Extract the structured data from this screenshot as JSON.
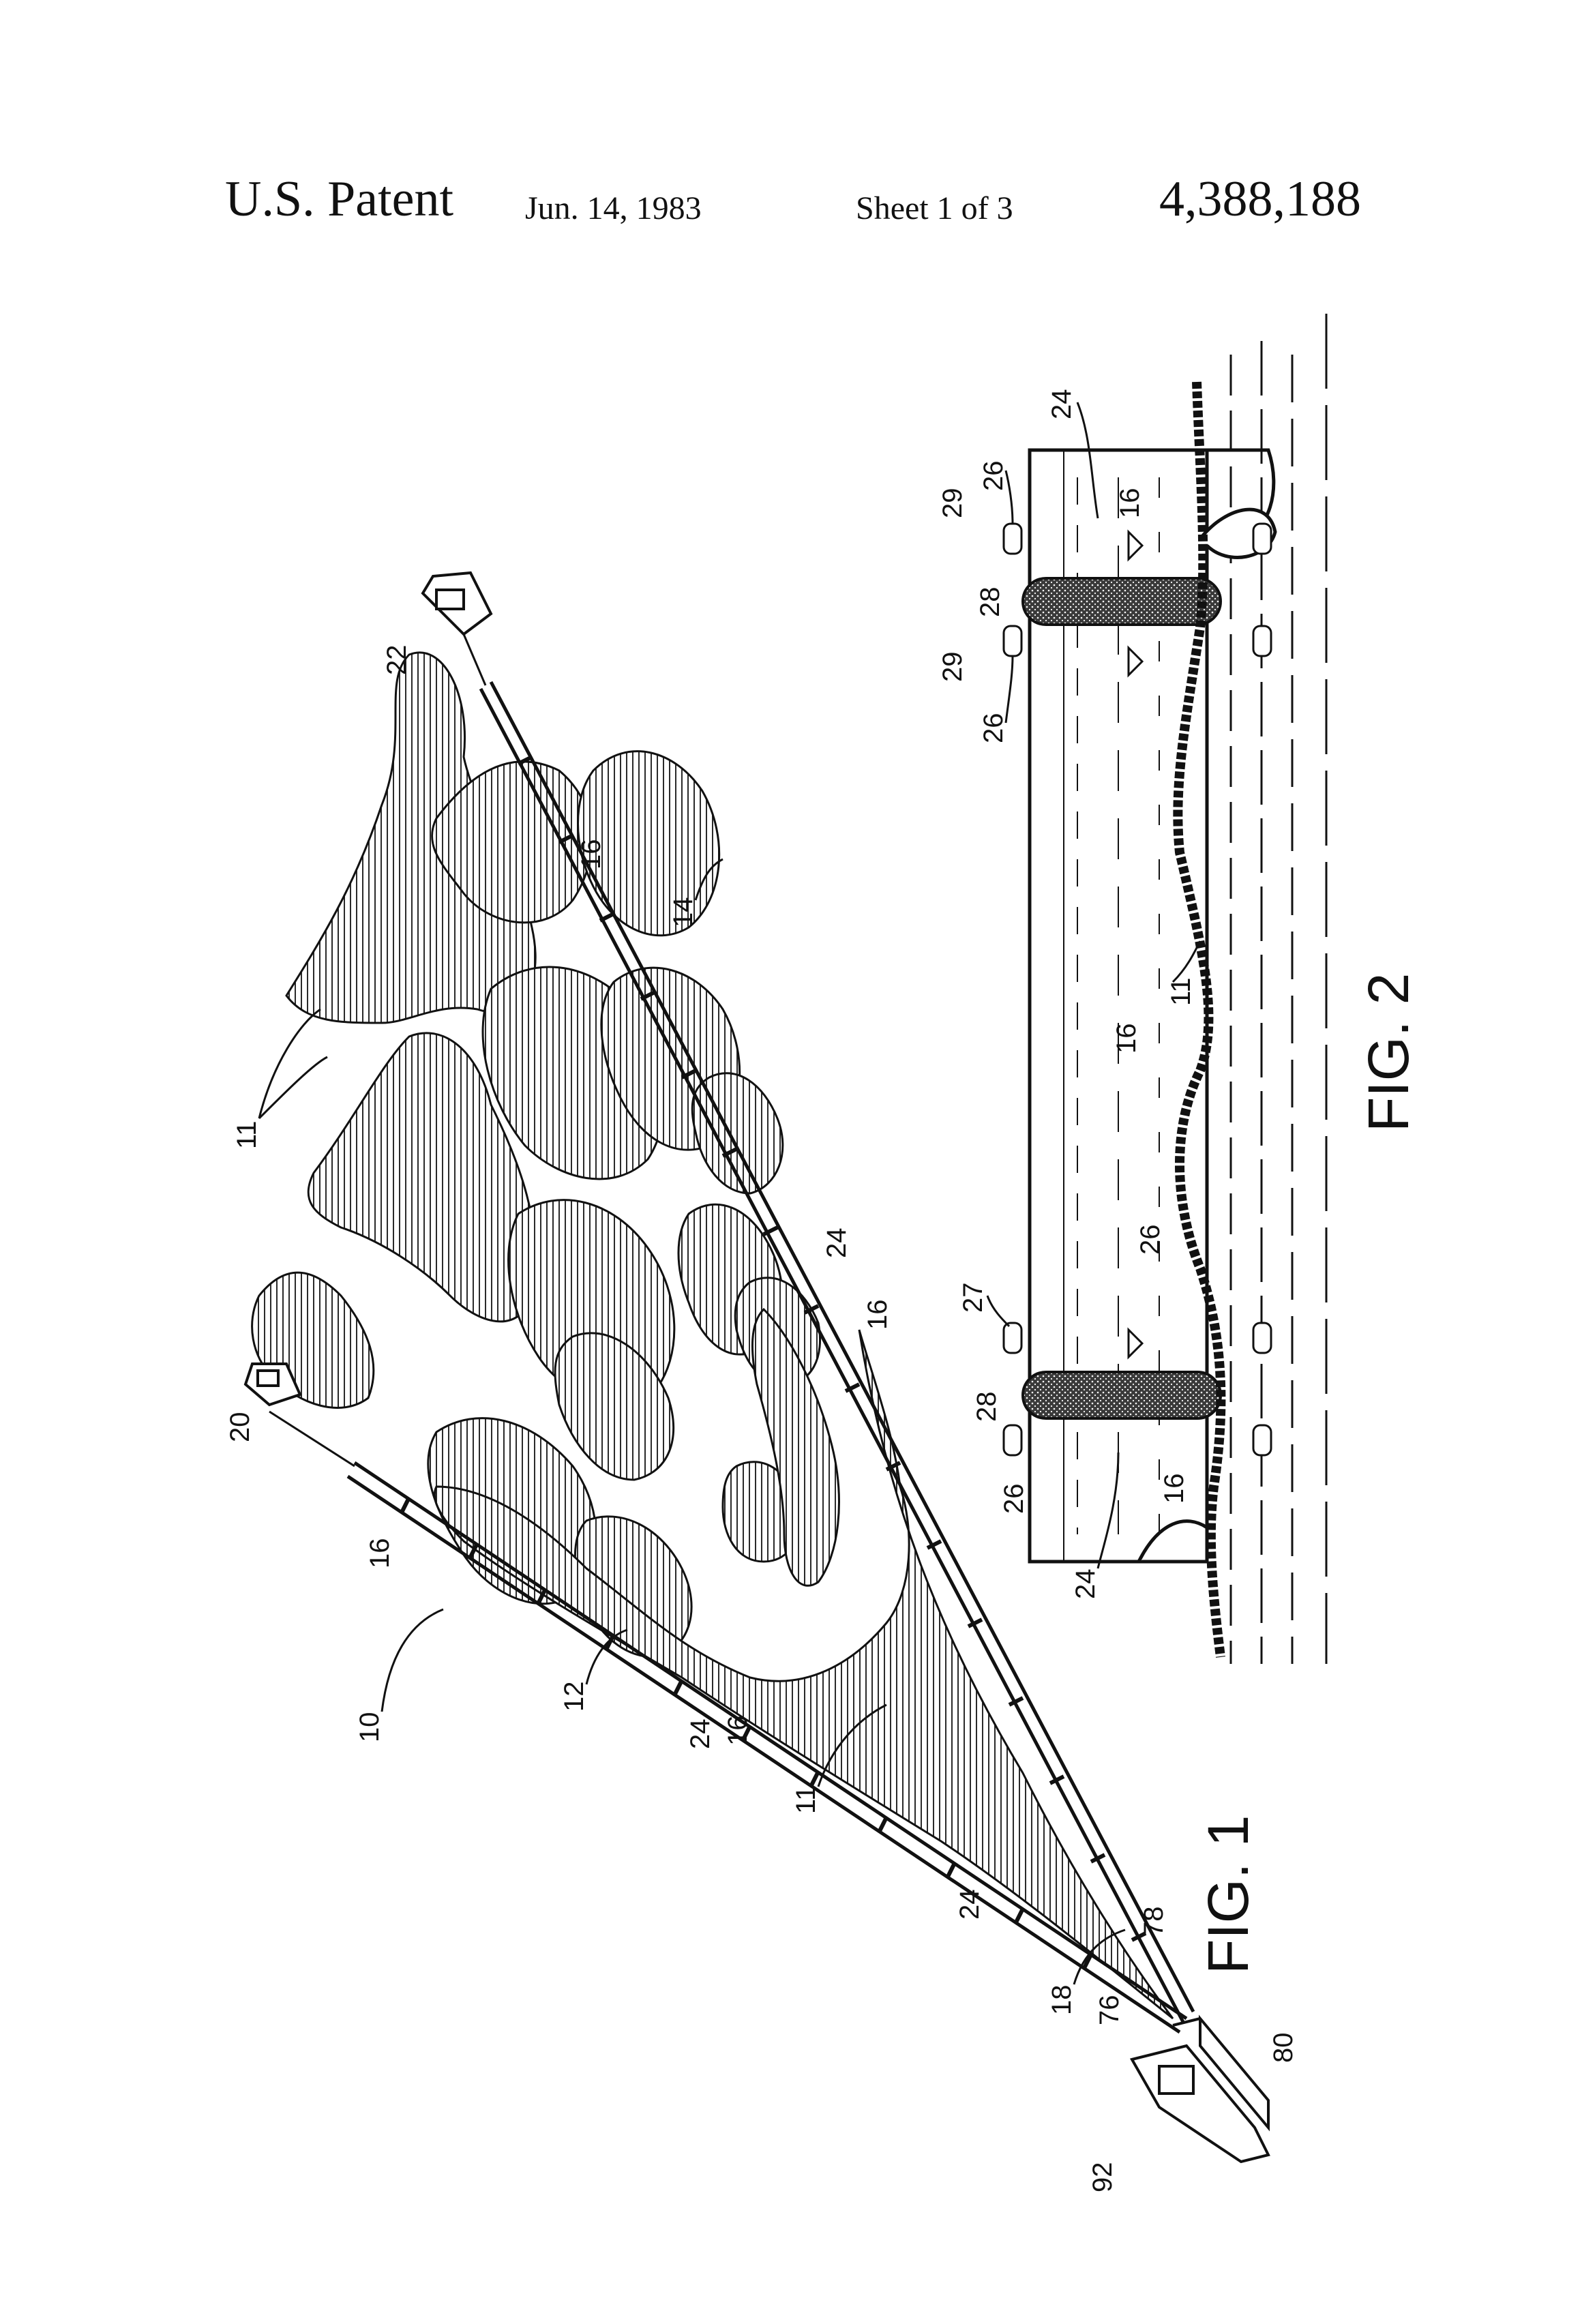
{
  "header": {
    "title": "U.S. Patent",
    "date": "Jun. 14, 1983",
    "sheet": "Sheet 1 of 3",
    "patent_number": "4,388,188"
  },
  "figures": {
    "fig1": {
      "caption": "FIG. 1",
      "refs": {
        "r10": "10",
        "r11a": "11",
        "r11b": "11",
        "r12": "12",
        "r14": "14",
        "r16a": "16",
        "r16b": "16",
        "r16c": "16",
        "r16d": "16",
        "r18": "18",
        "r20": "20",
        "r22": "22",
        "r24a": "24",
        "r24b": "24",
        "r24c": "24",
        "r76": "76",
        "r78": "78",
        "r80": "80",
        "r92": "92"
      }
    },
    "fig2": {
      "caption": "FIG. 2",
      "refs": {
        "r11": "11",
        "r16a": "16",
        "r16b": "16",
        "r16c": "16",
        "r24a": "24",
        "r24b": "24",
        "r26a": "26",
        "r26b": "26",
        "r26c": "26",
        "r26d": "26",
        "r27": "27",
        "r28a": "28",
        "r28b": "28",
        "r29a": "29",
        "r29b": "29"
      }
    }
  },
  "colors": {
    "ink": "#111111",
    "paper": "#ffffff",
    "hatch": "#2a2a2a"
  }
}
